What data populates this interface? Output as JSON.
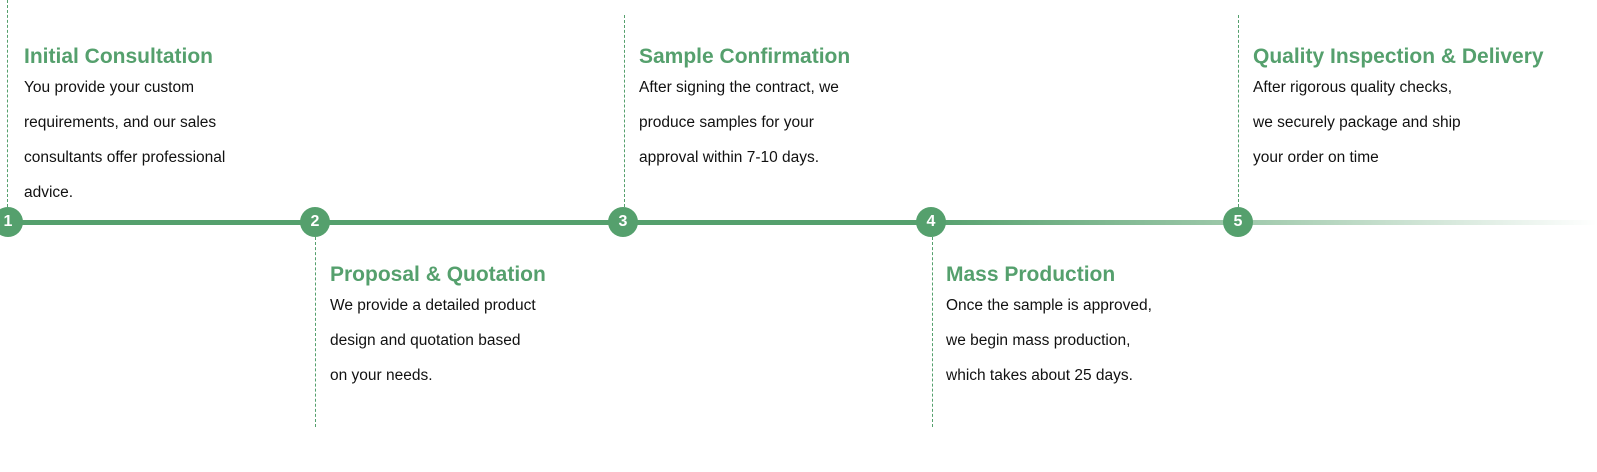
{
  "steps": [
    {
      "number": "1",
      "title": "Initial Consultation",
      "lines": [
        "You provide your custom",
        "requirements, and our sales",
        "consultants offer professional",
        "advice."
      ]
    },
    {
      "number": "2",
      "title": "Proposal & Quotation",
      "lines": [
        "We provide a detailed product",
        "design and quotation based",
        "on your needs."
      ]
    },
    {
      "number": "3",
      "title": "Sample Confirmation",
      "lines": [
        "After signing the contract, we",
        "produce samples for your",
        "approval within 7-10 days."
      ]
    },
    {
      "number": "4",
      "title": "Mass Production",
      "lines": [
        "Once the sample is approved,",
        "we begin mass production,",
        "which takes about 25 days."
      ]
    },
    {
      "number": "5",
      "title": "Quality Inspection & Delivery",
      "lines": [
        "After rigorous quality checks,",
        "we securely package and ship",
        "your order on time"
      ]
    }
  ],
  "colors": {
    "accent": "#55a06d"
  }
}
